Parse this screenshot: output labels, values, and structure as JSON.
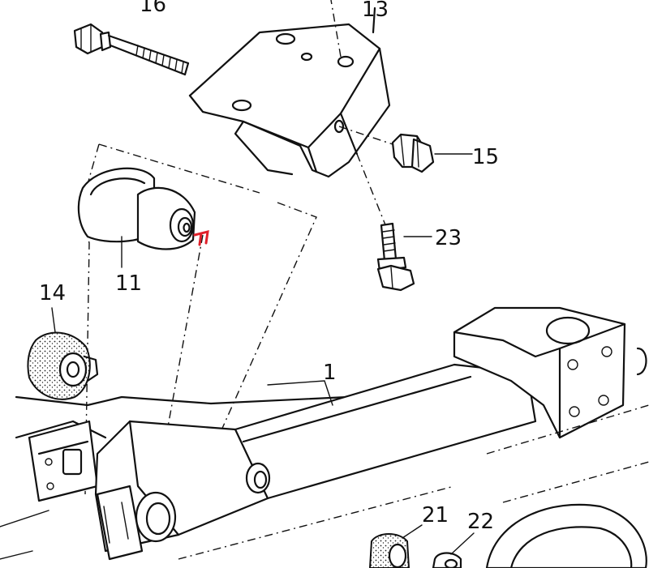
{
  "diagram": {
    "labels": {
      "p16": "16",
      "p13": "13",
      "p15": "15",
      "p23": "23",
      "p11": "11",
      "p14": "14",
      "p1": "1",
      "p21": "21",
      "p22": "22"
    },
    "colors": {
      "ink": "#111111",
      "marker": "#e0202a",
      "paper": "#ffffff"
    }
  }
}
